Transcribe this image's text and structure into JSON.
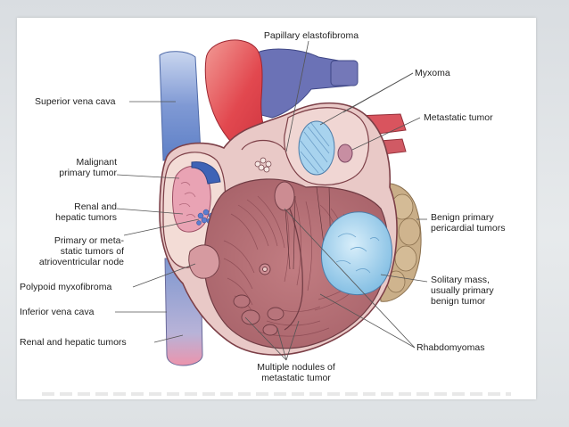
{
  "labels": {
    "papillary": "Papillary elastofibroma",
    "myxoma": "Myxoma",
    "metastatic": "Metastatic tumor",
    "svc": "Superior vena cava",
    "malignant_1": "Malignant",
    "malignant_2": "primary tumor",
    "renal_hep_1": "Renal and",
    "renal_hep_2": "hepatic tumors",
    "av_1": "Primary or meta-",
    "av_2": "static tumors of",
    "av_3": "atrioventricular node",
    "polypoid": "Polypoid myxofibroma",
    "ivc": "Inferior vena cava",
    "renal_hep_bottom": "Renal and hepatic tumors",
    "benign_1": "Benign primary",
    "benign_2": "pericardial tumors",
    "solitary_1": "Solitary mass,",
    "solitary_2": "usually primary",
    "solitary_3": "benign tumor",
    "rhabdo": "Rhabdomyomas",
    "multiple_1": "Multiple nodules of",
    "multiple_2": "metastatic tumor"
  },
  "colors": {
    "vein_blue": "#6f8fcf",
    "aorta_red": "#e8555a",
    "myocardium": "#c98a8d",
    "tumor_blue": "#9ccfe9",
    "tumor_pink": "#e7a6b4",
    "pericardial_tan": "#c7ad8a"
  }
}
